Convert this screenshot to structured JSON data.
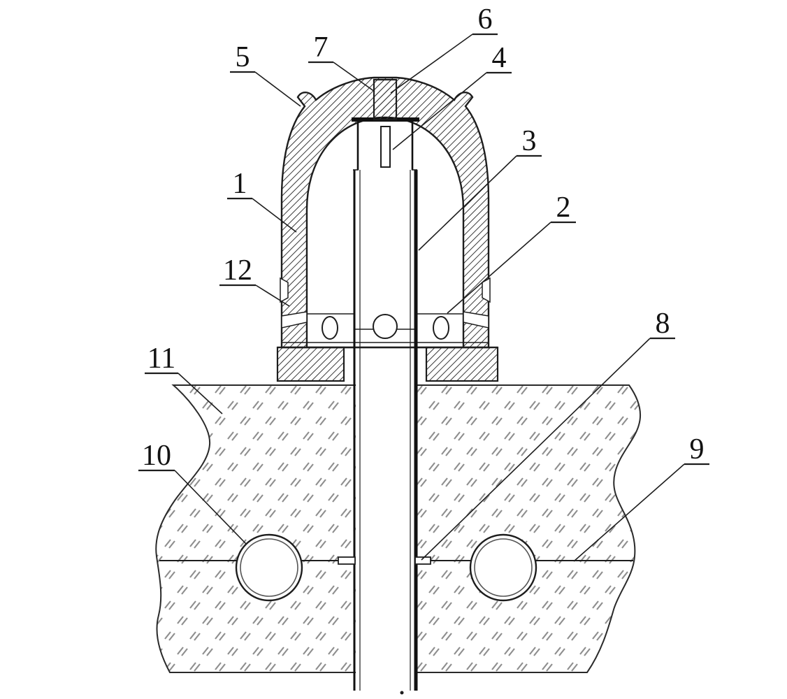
{
  "figure": {
    "kind": "patent-cross-section-diagram",
    "callouts": [
      {
        "label": "1"
      },
      {
        "label": "2"
      },
      {
        "label": "3"
      },
      {
        "label": "4"
      },
      {
        "label": "5"
      },
      {
        "label": "6"
      },
      {
        "label": "7"
      },
      {
        "label": "8"
      },
      {
        "label": "9"
      },
      {
        "label": "10"
      },
      {
        "label": "11"
      },
      {
        "label": "12"
      }
    ]
  },
  "colors": {
    "line": "#1d1d1d",
    "hatch": "#3a3a3a",
    "ground_mark": "#8f8f8f",
    "background": "#ffffff"
  }
}
